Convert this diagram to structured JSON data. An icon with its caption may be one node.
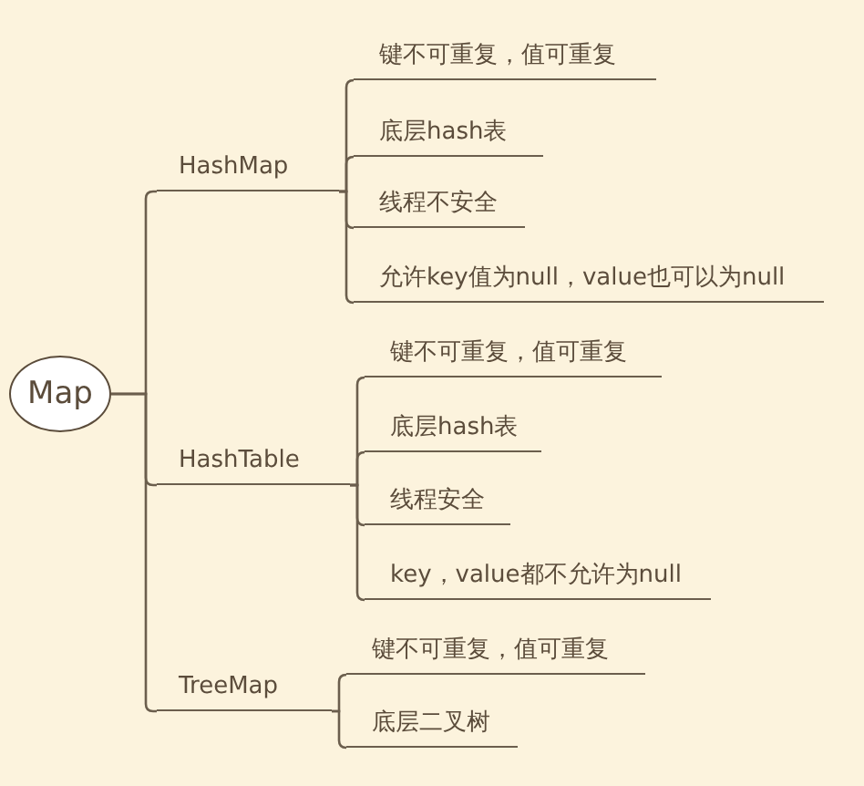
{
  "diagram": {
    "nodes": [
      {
        "text": [
          "Map"
        ]
      },
      {
        "text": [
          "HashMap"
        ]
      },
      {
        "text": [
          "键不可重复，值可重复"
        ]
      },
      {
        "text": [
          "底层hash表"
        ]
      },
      {
        "text": [
          "线程不安全"
        ]
      },
      {
        "text": [
          "允许key值为null，value也可以为null"
        ]
      },
      {
        "text": [
          "HashTable"
        ]
      },
      {
        "text": [
          "键不可重复，值可重复"
        ]
      },
      {
        "text": [
          "底层hash表"
        ]
      },
      {
        "text": [
          "线程安全"
        ]
      },
      {
        "text": [
          "key，value都不允许为null"
        ]
      },
      {
        "text": [
          "TreeMap"
        ]
      },
      {
        "text": [
          "键不可重复，值可重复"
        ]
      },
      {
        "text": [
          "底层二叉树"
        ]
      }
    ],
    "edges": [
      {
        "from": 0,
        "to": 1,
        "arrow": "none"
      },
      {
        "from": 0,
        "to": 6,
        "arrow": "none"
      },
      {
        "from": 0,
        "to": 11,
        "arrow": "none"
      },
      {
        "from": 1,
        "to": 2,
        "arrow": "none"
      },
      {
        "from": 1,
        "to": 3,
        "arrow": "none"
      },
      {
        "from": 1,
        "to": 4,
        "arrow": "none"
      },
      {
        "from": 1,
        "to": 5,
        "arrow": "none"
      },
      {
        "from": 6,
        "to": 7,
        "arrow": "none"
      },
      {
        "from": 6,
        "to": 8,
        "arrow": "none"
      },
      {
        "from": 6,
        "to": 9,
        "arrow": "none"
      },
      {
        "from": 6,
        "to": 10,
        "arrow": "none"
      },
      {
        "from": 11,
        "to": 12,
        "arrow": "none"
      },
      {
        "from": 11,
        "to": 13,
        "arrow": "none"
      }
    ]
  }
}
